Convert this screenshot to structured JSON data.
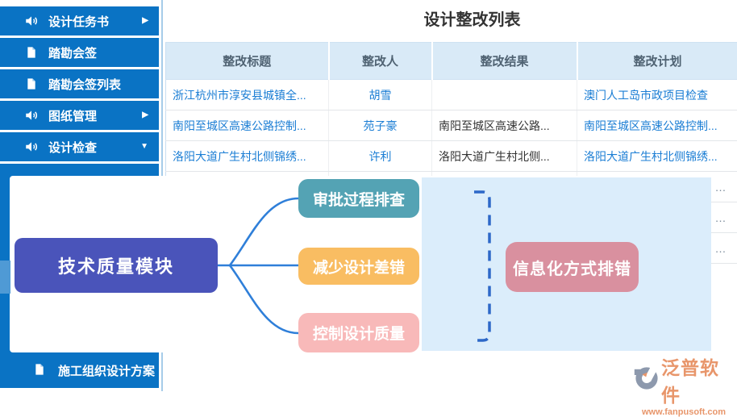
{
  "sidebar": {
    "items": [
      {
        "icon": "speaker-icon",
        "label": "设计任务书",
        "arrow": "▶"
      },
      {
        "icon": "file-icon",
        "label": "踏勘会签",
        "arrow": ""
      },
      {
        "icon": "file-icon",
        "label": "踏勘会签列表",
        "arrow": ""
      },
      {
        "icon": "speaker-icon",
        "label": "图纸管理",
        "arrow": "▶"
      },
      {
        "icon": "speaker-icon",
        "label": "设计检查",
        "arrow": "▼"
      }
    ],
    "bottom_item": {
      "icon": "file-icon",
      "label": "施工组织设计方案"
    }
  },
  "main": {
    "title": "设计整改列表",
    "table": {
      "columns": [
        "整改标题",
        "整改人",
        "整改结果",
        "整改计划"
      ],
      "rows": [
        {
          "title": "浙江杭州市淳安县城镇全...",
          "person": "胡雪",
          "result": "",
          "plan": "澳门人工岛市政项目检查"
        },
        {
          "title": "南阳至城区高速公路控制...",
          "person": "苑子豪",
          "result": "南阳至城区高速公路...",
          "plan": "南阳至城区高速公路控制..."
        },
        {
          "title": "洛阳大道广生村北侧锦绣...",
          "person": "许利",
          "result": "洛阳大道广生村北侧...",
          "plan": "洛阳大道广生村北侧锦绣..."
        },
        {
          "title": "",
          "person": "",
          "result": "",
          "plan": "…"
        },
        {
          "title": "",
          "person": "",
          "result": "",
          "plan": "…"
        },
        {
          "title": "",
          "person": "",
          "result": "",
          "plan": "…"
        }
      ]
    }
  },
  "diagram": {
    "root": "技术质量模块",
    "branches": [
      "审批过程排查",
      "减少设计差错",
      "控制设计质量"
    ],
    "right_node": "信息化方式排错",
    "colors": {
      "root": "#4a54ba",
      "branch_approval": "#54a3b4",
      "branch_reduce_errors": "#f9bd62",
      "branch_quality_control": "#f8b9b9",
      "right_node": "#d9909f",
      "panel": "#dbedfb",
      "connector_line": "#2f7fd9",
      "bracket": "#2d68c8"
    }
  },
  "watermark": {
    "name": "泛普软件",
    "url": "www.fanpusoft.com"
  },
  "ui_colors": {
    "sidebar_blue": "#0a73c4",
    "scroll_thumb": "#4f9ad5",
    "table_header_bg": "#d9eaf7",
    "link_blue": "#1a7dd4",
    "watermark_orange": "#e8966b"
  }
}
